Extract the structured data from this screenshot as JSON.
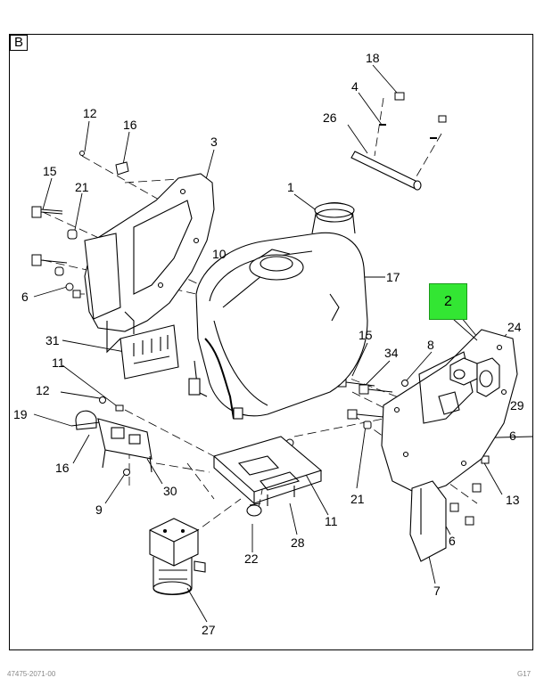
{
  "section_label": "B",
  "highlighted_callout": "2",
  "highlight_color": "#33e633",
  "callouts": {
    "c1": "1",
    "c3": "3",
    "c4": "4",
    "c6a": "6",
    "c6b": "6",
    "c6c": "6",
    "c7": "7",
    "c8": "8",
    "c9": "9",
    "c10": "10",
    "c11a": "11",
    "c11b": "11",
    "c12a": "12",
    "c12b": "12",
    "c13": "13",
    "c15a": "15",
    "c15b": "15",
    "c16a": "16",
    "c16b": "16",
    "c17": "17",
    "c18": "18",
    "c19": "19",
    "c21a": "21",
    "c21b": "21",
    "c22": "22",
    "c24": "24",
    "c26": "26",
    "c27": "27",
    "c28": "28",
    "c29": "29",
    "c30": "30",
    "c31": "31",
    "c34": "34"
  },
  "footer": {
    "left": "47475-2071-00",
    "right": "G17"
  }
}
